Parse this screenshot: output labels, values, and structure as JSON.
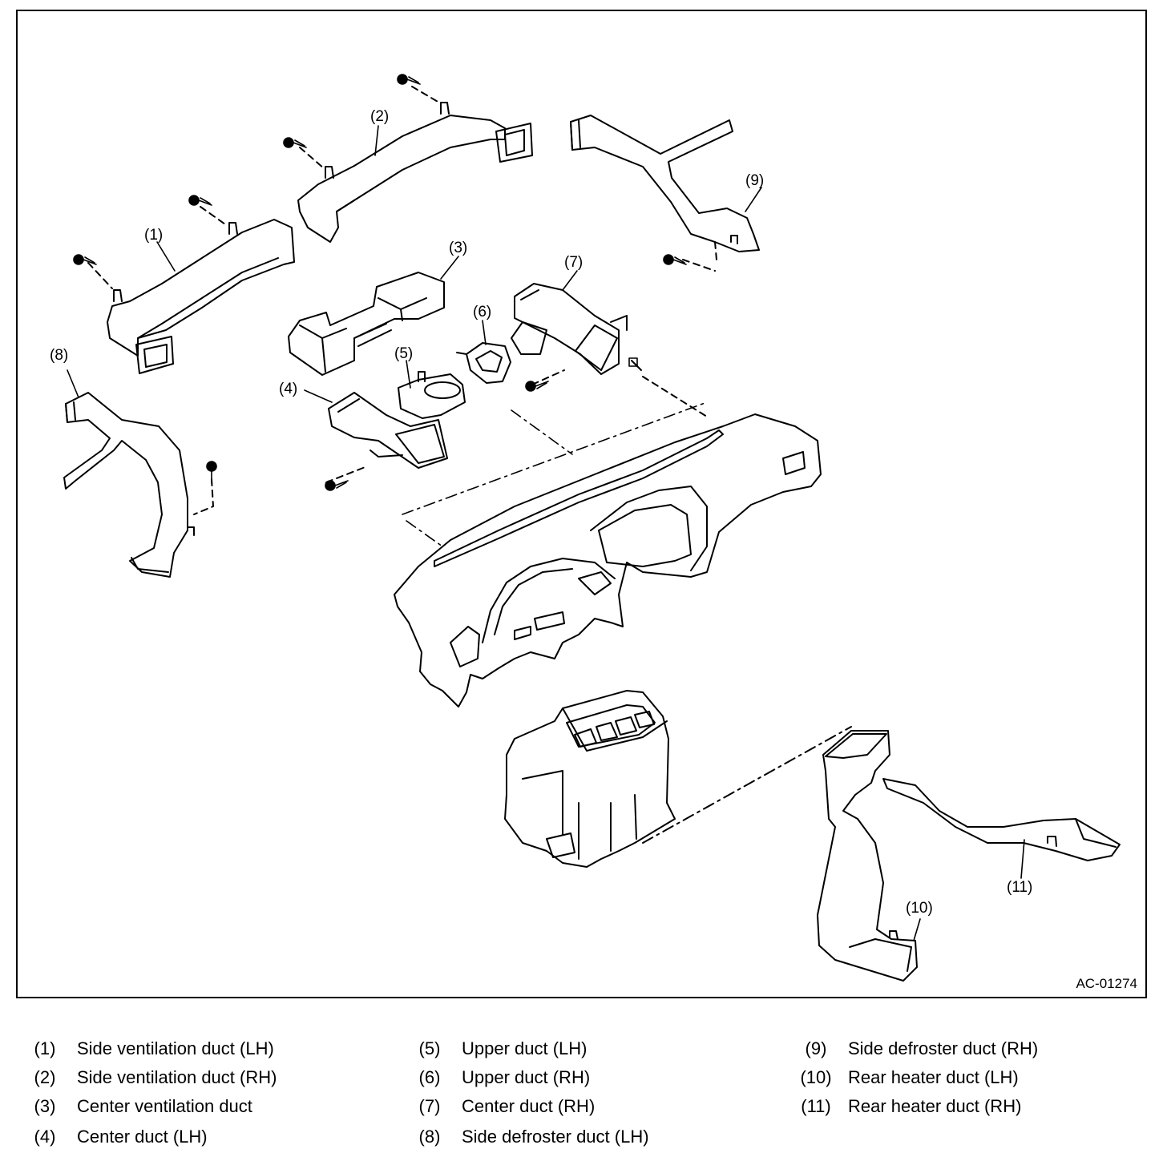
{
  "figure_code": "AC-01274",
  "callouts": [
    "(1)",
    "(2)",
    "(3)",
    "(4)",
    "(5)",
    "(6)",
    "(7)",
    "(8)",
    "(9)",
    "(10)",
    "(11)"
  ],
  "legend": [
    {
      "num": "(1)",
      "text": "Side ventilation duct (LH)"
    },
    {
      "num": "(2)",
      "text": "Side ventilation duct (RH)"
    },
    {
      "num": "(3)",
      "text": "Center ventilation duct"
    },
    {
      "num": "(4)",
      "text": "Center duct (LH)"
    },
    {
      "num": "(5)",
      "text": "Upper duct (LH)"
    },
    {
      "num": "(6)",
      "text": "Upper duct (RH)"
    },
    {
      "num": "(7)",
      "text": "Center duct (RH)"
    },
    {
      "num": "(8)",
      "text": "Side defroster duct (LH)"
    },
    {
      "num": "(9)",
      "text": "Side defroster duct (RH)"
    },
    {
      "num": "(10)",
      "text": "Rear heater duct (LH)"
    },
    {
      "num": "(11)",
      "text": "Rear heater duct (RH)"
    }
  ]
}
